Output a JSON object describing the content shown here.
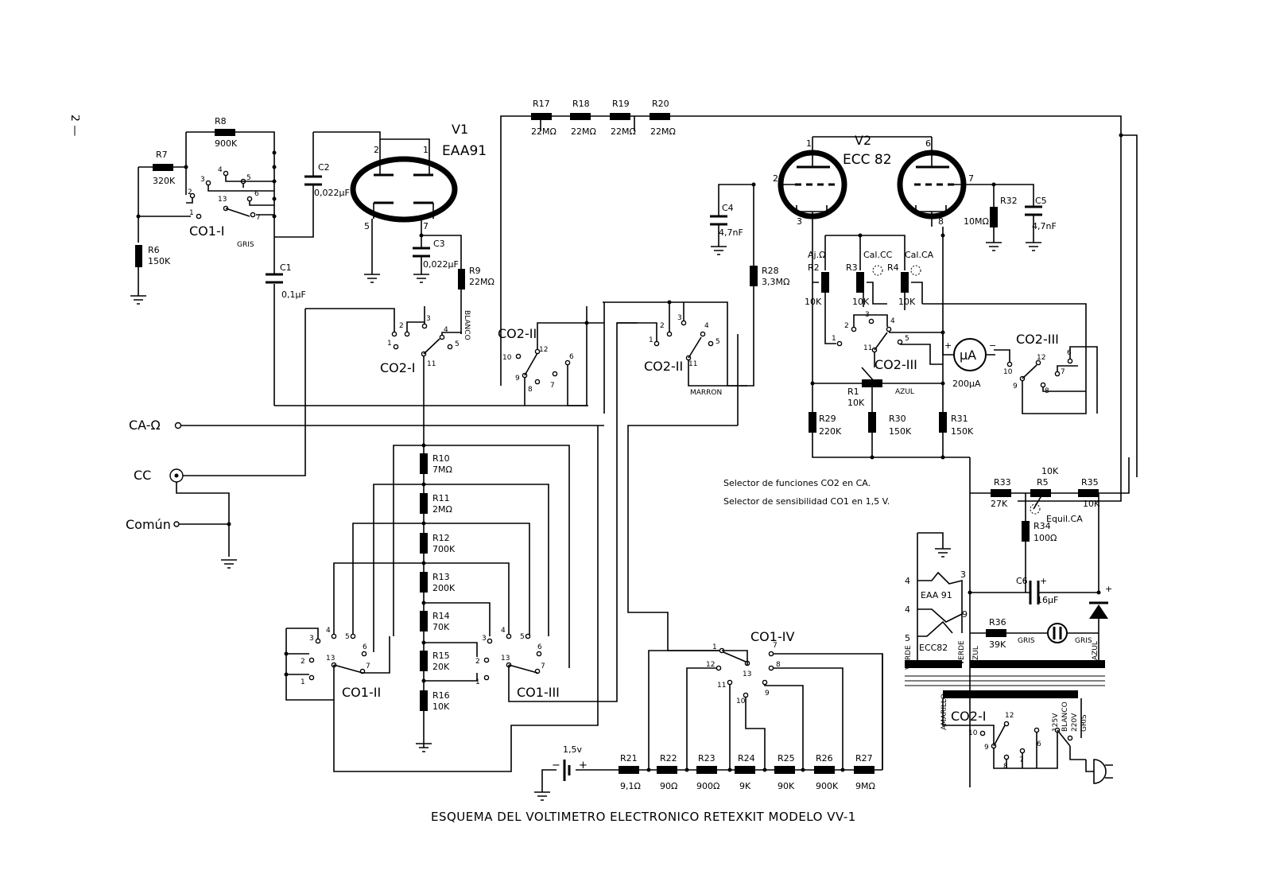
{
  "page_marker": "2 —",
  "title": "ESQUEMA DEL VOLTIMETRO ELECTRONICO RETEXKIT MODELO VV-1",
  "notes": [
    "Selector de funciones CO2 en CA.",
    "Selector de sensibilidad CO1 en 1,5 V."
  ],
  "terminals": {
    "ca_ohm": "CA-Ω",
    "cc": "CC",
    "comun": "Común"
  },
  "tubes": {
    "v1": {
      "ref": "V1",
      "type": "EAA91",
      "pins": [
        "2",
        "1",
        "5",
        "7"
      ]
    },
    "v2": {
      "ref": "V2",
      "type": "ECC 82",
      "pins": [
        "1",
        "6",
        "2",
        "7",
        "3",
        "8"
      ]
    }
  },
  "resistors": {
    "r6": {
      "ref": "R6",
      "value": "150K"
    },
    "r7": {
      "ref": "R7",
      "value": "320K"
    },
    "r8": {
      "ref": "R8",
      "value": "900K"
    },
    "r9": {
      "ref": "R9",
      "value": "22MΩ"
    },
    "r10": {
      "ref": "R10",
      "value": "7MΩ"
    },
    "r11": {
      "ref": "R11",
      "value": "2MΩ"
    },
    "r12": {
      "ref": "R12",
      "value": "700K"
    },
    "r13": {
      "ref": "R13",
      "value": "200K"
    },
    "r14": {
      "ref": "R14",
      "value": "70K"
    },
    "r15": {
      "ref": "R15",
      "value": "20K"
    },
    "r16": {
      "ref": "R16",
      "value": "10K"
    },
    "r17": {
      "ref": "R17",
      "value": "22MΩ"
    },
    "r18": {
      "ref": "R18",
      "value": "22MΩ"
    },
    "r19": {
      "ref": "R19",
      "value": "22MΩ"
    },
    "r20": {
      "ref": "R20",
      "value": "22MΩ"
    },
    "r21": {
      "ref": "R21",
      "value": "9,1Ω"
    },
    "r22": {
      "ref": "R22",
      "value": "90Ω"
    },
    "r23": {
      "ref": "R23",
      "value": "900Ω"
    },
    "r24": {
      "ref": "R24",
      "value": "9K"
    },
    "r25": {
      "ref": "R25",
      "value": "90K"
    },
    "r26": {
      "ref": "R26",
      "value": "900K"
    },
    "r27": {
      "ref": "R27",
      "value": "9MΩ"
    },
    "r28": {
      "ref": "R28",
      "value": "3,3MΩ"
    },
    "r29": {
      "ref": "R29",
      "value": "220K"
    },
    "r30": {
      "ref": "R30",
      "value": "150K"
    },
    "r31": {
      "ref": "R31",
      "value": "150K"
    },
    "r32": {
      "ref": "R32",
      "value": "10MΩ"
    },
    "r33": {
      "ref": "R33",
      "value": "27K"
    },
    "r34": {
      "ref": "R34",
      "value": "100Ω"
    },
    "r35": {
      "ref": "R35",
      "value": "10K"
    },
    "r36": {
      "ref": "R36",
      "value": "39K"
    }
  },
  "pots": {
    "r1": {
      "ref": "R1",
      "value": "10K",
      "tag": "AZUL"
    },
    "r2": {
      "ref": "R2",
      "value": "10K",
      "tag": "Aj.Ω"
    },
    "r3": {
      "ref": "R3",
      "value": "10K",
      "tag": "Cal.CC"
    },
    "r4": {
      "ref": "R4",
      "value": "10K",
      "tag": "Cal.CA"
    },
    "r5": {
      "ref": "R5",
      "value": "10K",
      "tag": "Equil.CA"
    }
  },
  "capacitors": {
    "c1": {
      "ref": "C1",
      "value": "0,1μF"
    },
    "c2": {
      "ref": "C2",
      "value": "0,022μF"
    },
    "c3": {
      "ref": "C3",
      "value": "0,022μF"
    },
    "c4": {
      "ref": "C4",
      "value": "4,7nF"
    },
    "c5": {
      "ref": "C5",
      "value": "4,7nF"
    },
    "c6": {
      "ref": "C6",
      "value": "16μF"
    }
  },
  "switches": {
    "co1_i": "CO1-I",
    "co1_ii": "CO1-II",
    "co1_iii": "CO1-III",
    "co1_iv": "CO1-IV",
    "co2_i": "CO2-I",
    "co2_ii": "CO2-II",
    "co2_iii": "CO2-III",
    "co2_i_psu": "CO2-I"
  },
  "meter": {
    "symbol": "μA",
    "range": "200μA",
    "plus": "+",
    "minus": "−"
  },
  "battery": {
    "value": "1,5v",
    "plus": "+",
    "minus": "−"
  },
  "wire_tags": {
    "gris1": "GRIS",
    "blanco": "BLANCO",
    "marron": "MARRON",
    "azul": "AZUL",
    "verde1": "VERDE",
    "verde2": "VERDE",
    "azul1": "AZUL",
    "azul2": "AZUL",
    "gris2": "GRIS",
    "gris3": "GRIS",
    "amarillo": "AMARILLO",
    "v125": "125V",
    "blanco2": "BLANCO",
    "v220": "220V",
    "gris4": "GRIS"
  },
  "heater": {
    "t1": "EAA 91",
    "t2": "ECC82",
    "pins": [
      "4",
      "3",
      "4",
      "9",
      "5"
    ]
  }
}
